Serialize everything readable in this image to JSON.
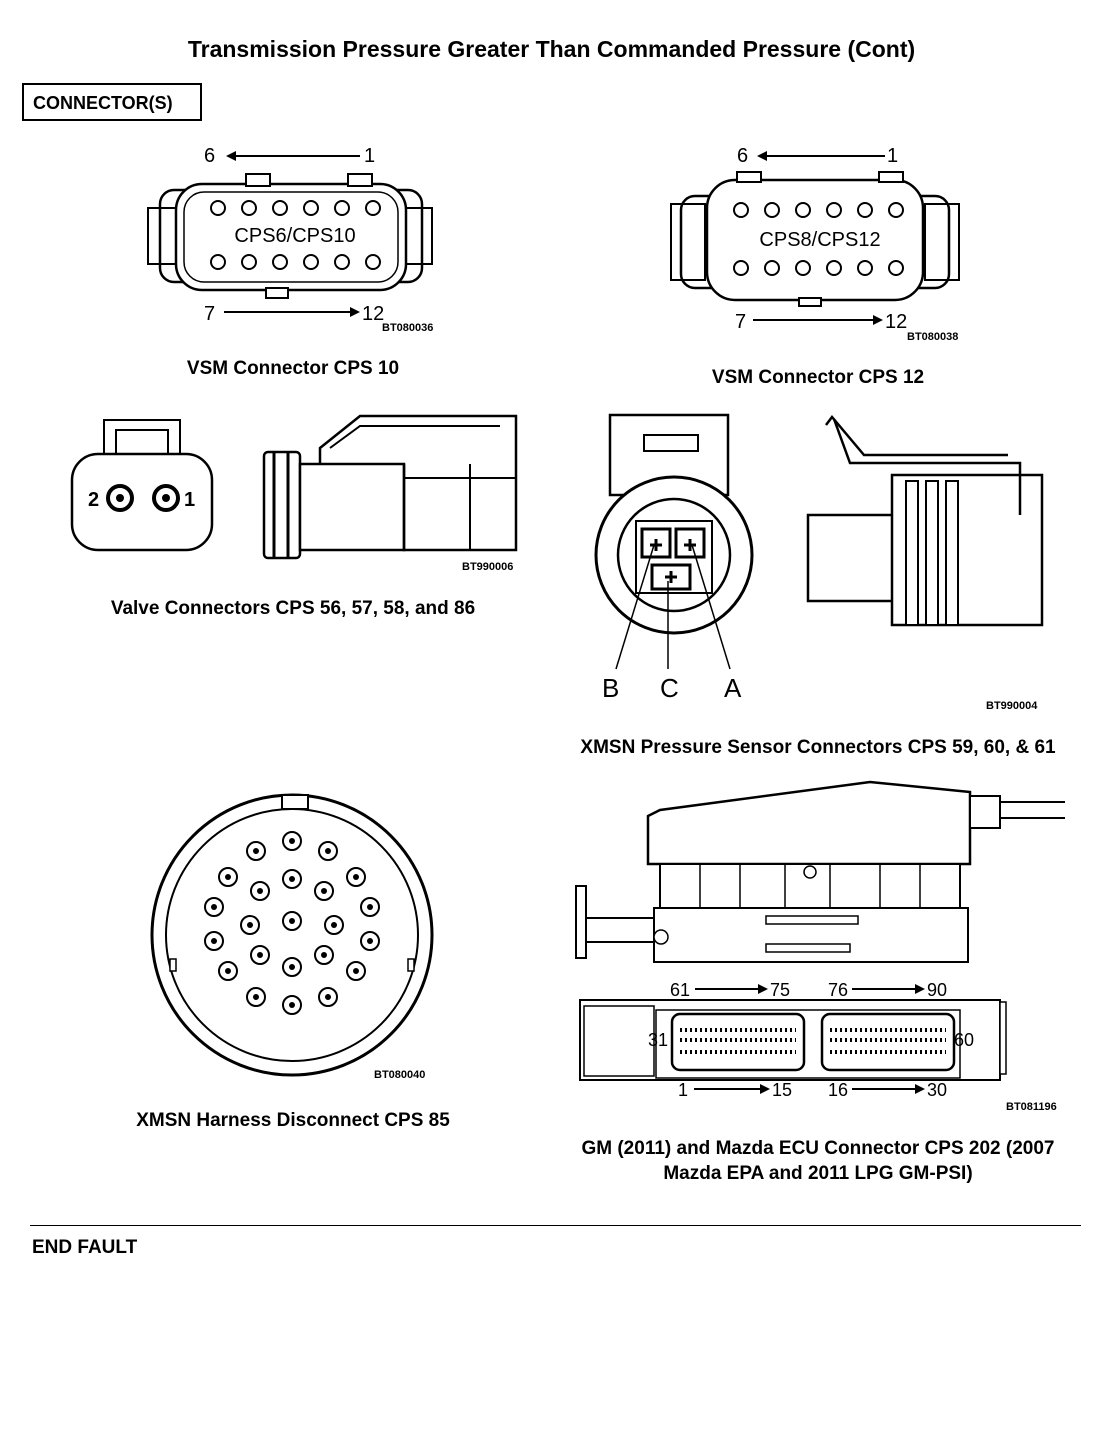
{
  "page": {
    "title": "Transmission Pressure Greater Than Commanded Pressure (Cont)",
    "section_label": "CONNECTOR(S)",
    "end_label": "END FAULT"
  },
  "figures": {
    "vsm10": {
      "caption": "VSM Connector CPS 10",
      "code": "BT080036",
      "face_label": "CPS6/CPS10",
      "top_left": "6",
      "top_right": "1",
      "bottom_left": "7",
      "bottom_right": "12"
    },
    "vsm12": {
      "caption": "VSM Connector CPS 12",
      "code": "BT080038",
      "face_label": "CPS8/CPS12",
      "top_left": "6",
      "top_right": "1",
      "bottom_left": "7",
      "bottom_right": "12"
    },
    "valve": {
      "caption": "Valve Connectors CPS 56, 57, 58, and 86",
      "code": "BT990006",
      "pin_left": "2",
      "pin_right": "1"
    },
    "pressure": {
      "caption": "XMSN Pressure Sensor Connectors CPS 59, 60, & 61",
      "code": "BT990004",
      "label_b": "B",
      "label_c": "C",
      "label_a": "A"
    },
    "harness": {
      "caption": "XMSN Harness Disconnect CPS 85",
      "code": "BT080040"
    },
    "ecu": {
      "caption_line1": "GM (2011) and Mazda ECU Connector CPS 202 (2007",
      "caption_line2": "Mazda EPA and 2011 LPG GM-PSI)",
      "code": "BT081196",
      "top_a_start": "61",
      "top_a_end": "75",
      "top_b_start": "76",
      "top_b_end": "90",
      "side_left": "31",
      "side_right": "60",
      "bot_a_start": "1",
      "bot_a_end": "15",
      "bot_b_start": "16",
      "bot_b_end": "30"
    }
  },
  "colors": {
    "ink": "#000000",
    "paper": "#ffffff"
  }
}
